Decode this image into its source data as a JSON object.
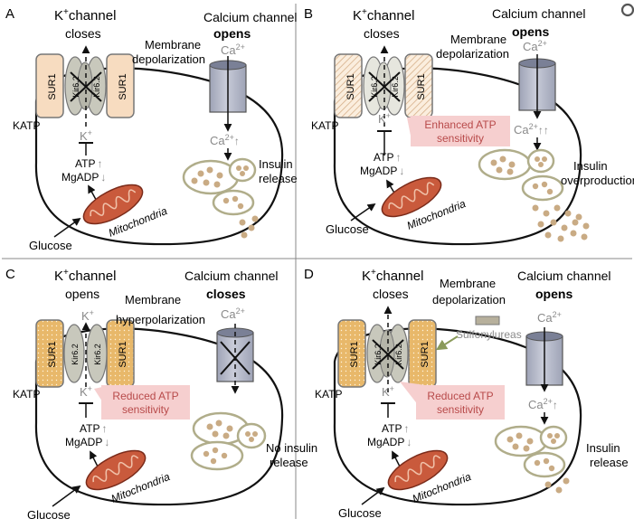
{
  "panels": [
    {
      "letter": "A",
      "kchannel_prefix": "K",
      "kchannel_sup": "+",
      "kchannel_suffix": "channel",
      "kchannel_state": "closes",
      "calcium_title": "Calcium channel",
      "calcium_state": "opens",
      "membrane_line1": "Membrane",
      "membrane_line2": "depolarization",
      "ca_top": "Ca",
      "ca_top_sup": "2+",
      "ca_mid": "Ca",
      "ca_mid_sup": "2+",
      "ca_mid_arrows": "↑",
      "katp": "KATP",
      "sur": "SUR1",
      "kir": "Kir6.2",
      "k_ion": "K",
      "k_ion_sup": "+",
      "atp": "ATP",
      "atp_arrow": "↑",
      "mgadp": "MgADP",
      "mgadp_arrow": "↓",
      "mito": "Mitochondria",
      "glucose": "Glucose",
      "release_line1": "Insulin",
      "release_line2": "release",
      "callout_line1": "",
      "callout_line2": "",
      "sulfonylureas": ""
    },
    {
      "letter": "B",
      "kchannel_prefix": "K",
      "kchannel_sup": "+",
      "kchannel_suffix": "channel",
      "kchannel_state": "closes",
      "calcium_title": "Calcium channel",
      "calcium_state": "opens",
      "membrane_line1": "Membrane",
      "membrane_line2": "depolarization",
      "ca_top": "Ca",
      "ca_top_sup": "2+",
      "ca_mid": "Ca",
      "ca_mid_sup": "2+",
      "ca_mid_arrows": "↑↑",
      "katp": "KATP",
      "sur": "SUR1",
      "kir": "Kir6.2",
      "k_ion": "K",
      "k_ion_sup": "+",
      "atp": "ATP",
      "atp_arrow": "↑",
      "mgadp": "MgADP",
      "mgadp_arrow": "↓",
      "mito": "Mitochondria",
      "glucose": "Glucose",
      "release_line1": "Insulin",
      "release_line2": "overproduction",
      "callout_line1": "Enhanced ATP",
      "callout_line2": "sensitivity",
      "sulfonylureas": ""
    },
    {
      "letter": "C",
      "kchannel_prefix": "K",
      "kchannel_sup": "+",
      "kchannel_suffix": "channel",
      "kchannel_state": "opens",
      "calcium_title": "Calcium channel",
      "calcium_state": "closes",
      "membrane_line1": "Membrane",
      "membrane_line2": "hyperpolarization",
      "ca_top": "Ca",
      "ca_top_sup": "2+",
      "ca_mid": "",
      "ca_mid_sup": "",
      "ca_mid_arrows": "",
      "katp": "KATP",
      "sur": "SUR1",
      "kir": "Kir6.2",
      "k_ion": "K",
      "k_ion_sup": "+",
      "k_top": "K",
      "k_top_sup": "+",
      "atp": "ATP",
      "atp_arrow": "↑",
      "mgadp": "MgADP",
      "mgadp_arrow": "↓",
      "mito": "Mitochondria",
      "glucose": "Glucose",
      "release_line1": "No insulin",
      "release_line2": "release",
      "callout_line1": "Reduced ATP",
      "callout_line2": "sensitivity",
      "sulfonylureas": ""
    },
    {
      "letter": "D",
      "kchannel_prefix": "K",
      "kchannel_sup": "+",
      "kchannel_suffix": "channel",
      "kchannel_state": "closes",
      "calcium_title": "Calcium channel",
      "calcium_state": "opens",
      "membrane_line1": "Membrane",
      "membrane_line2": "depolarization",
      "ca_top": "Ca",
      "ca_top_sup": "2+",
      "ca_mid": "Ca",
      "ca_mid_sup": "2+",
      "ca_mid_arrows": "↑",
      "katp": "KATP",
      "sur": "SUR1",
      "kir": "Kir6.2",
      "k_ion": "K",
      "k_ion_sup": "+",
      "atp": "ATP",
      "atp_arrow": "↑",
      "mgadp": "MgADP",
      "mgadp_arrow": "↓",
      "mito": "Mitochondria",
      "glucose": "Glucose",
      "release_line1": "Insulin",
      "release_line2": "release",
      "callout_line1": "Reduced ATP",
      "callout_line2": "sensitivity",
      "sulfonylureas": "Sulfonylureas"
    }
  ],
  "colors": {
    "wt_sur_fill": "#f7dcc0",
    "mutant_sur_fill": "#e8b86a",
    "kir_fill": "#c8c8bc",
    "channel_fill": "#b8bccb",
    "callout_fill": "#f6cfcf",
    "callout_text": "#b84a4a",
    "vesicle_fill": "#c9ab84",
    "vesicle_ring": "#b0ad8a",
    "mito_fill": "#c95a3c",
    "ion_gray": "#8a8a8a",
    "sulfonylurea_arrow": "#8a9a5a"
  },
  "corner_icon": "circle-icon"
}
